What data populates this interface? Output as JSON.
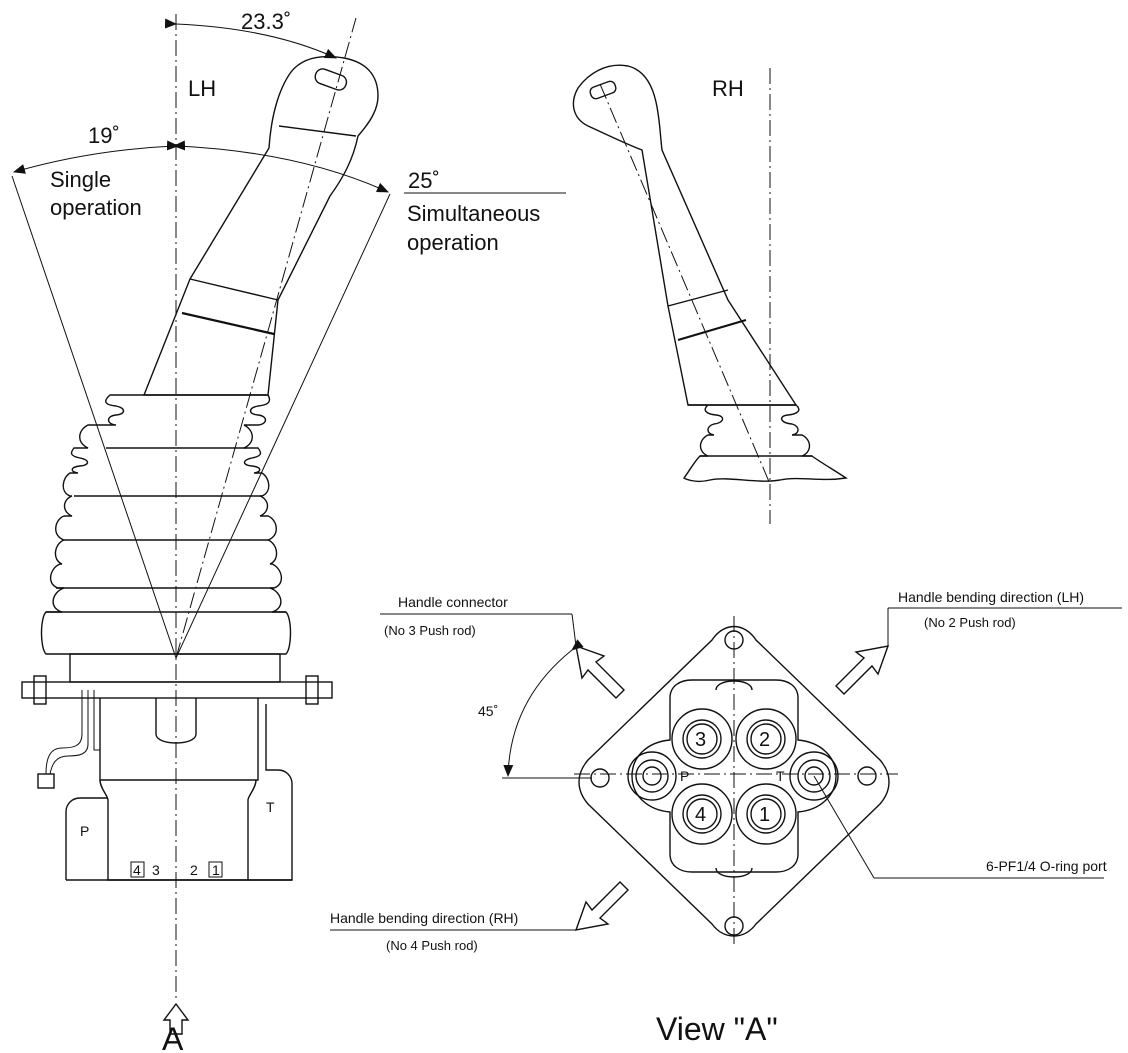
{
  "left_view": {
    "label_lh": "LH",
    "angle_top": "23.3˚",
    "angle_left": "19˚",
    "single_operation_1": "Single",
    "single_operation_2": "operation",
    "angle_right": "25˚",
    "simultaneous_1": "Simultaneous",
    "simultaneous_2": "operation",
    "port_p": "P",
    "port_t": "T",
    "base_num_4": "4",
    "base_num_3": "3",
    "base_num_2": "2",
    "base_num_1": "1",
    "view_arrow_letter": "A"
  },
  "right_view": {
    "label_rh": "RH"
  },
  "view_a": {
    "title": "View \"A\"",
    "handle_connector": "Handle connector",
    "no3_push_rod": "(No 3 Push rod)",
    "bending_lh": "Handle bending direction (LH)",
    "no2_push_rod": "(No 2 Push rod)",
    "bending_rh": "Handle bending direction (RH)",
    "no4_push_rod": "(No 4 Push rod)",
    "oring_port": "6-PF1/4 O-ring port",
    "angle_45": "45˚",
    "port_p": "P",
    "port_t": "T",
    "port_1": "1",
    "port_2": "2",
    "port_3": "3",
    "port_4": "4"
  }
}
